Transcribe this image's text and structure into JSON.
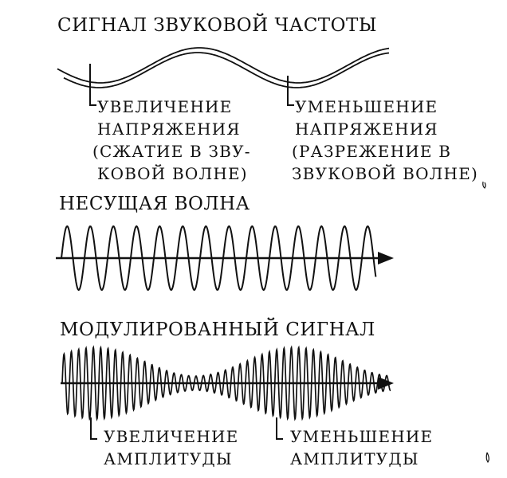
{
  "titles": {
    "audio": "СИГНАЛ ЗВУКОВОЙ ЧАСТОТЫ",
    "carrier": "НЕСУЩАЯ ВОЛНА",
    "modulated": "МОДУЛИРОВАННЫЙ СИГНАЛ"
  },
  "audio_labels": {
    "increase": [
      "УВЕЛИЧЕНИЕ",
      "НАПРЯЖЕНИЯ",
      "(СЖАТИЕ В ЗВУ-",
      "КОВОЙ ВОЛНЕ)"
    ],
    "decrease": [
      "УМЕНЬШЕНИЕ",
      "НАПРЯЖЕНИЯ",
      "(РАЗРЕЖЕНИЕ В",
      "ЗВУКОВОЙ ВОЛНЕ)"
    ]
  },
  "modulated_labels": {
    "increase": [
      "УВЕЛИЧЕНИЕ",
      "АМПЛИТУДЫ"
    ],
    "decrease": [
      "УМЕНЬШЕНИЕ",
      "АМПЛИТУДЫ"
    ]
  },
  "colors": {
    "ink": "#111111",
    "background": "#ffffff"
  }
}
